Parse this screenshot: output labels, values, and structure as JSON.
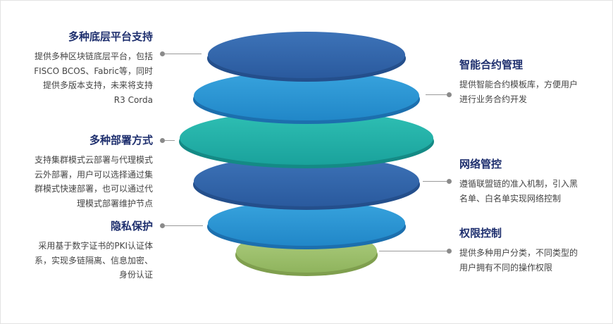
{
  "colors": {
    "dark_blue": "#2f64ab",
    "mid_blue": "#2a93d3",
    "teal": "#1fb3a8",
    "green": "#9ec26c",
    "title": "#1e2f6e",
    "text": "#444444"
  },
  "layers": [
    {
      "name": "layer-1",
      "color": "dark_blue"
    },
    {
      "name": "layer-2",
      "color": "mid_blue"
    },
    {
      "name": "layer-3",
      "color": "teal"
    },
    {
      "name": "layer-4",
      "color": "dark_blue"
    },
    {
      "name": "layer-5",
      "color": "mid_blue"
    },
    {
      "name": "layer-6",
      "color": "green"
    }
  ],
  "features": {
    "multi_platform": {
      "title": "多种底层平台支持",
      "lines": [
        "提供多种区块链底层平台，包括",
        "FISCO BCOS、Fabric等，同时",
        "提供多版本支持，未来将支持",
        "R3 Corda"
      ]
    },
    "deployment": {
      "title": "多种部署方式",
      "lines": [
        "支持集群模式云部署与代理模式",
        "云外部署，用户可以选择通过集",
        "群模式快速部署，也可以通过代",
        "理模式部署维护节点"
      ]
    },
    "privacy": {
      "title": "隐私保护",
      "lines": [
        "采用基于数字证书的PKI认证体",
        "系，实现多链隔离、信息加密、",
        "身份认证"
      ]
    },
    "smart_contract": {
      "title": "智能合约管理",
      "lines": [
        "提供智能合约模板库，方便用户",
        "进行业务合约开发"
      ]
    },
    "network": {
      "title": "网络管控",
      "lines": [
        "遵循联盟链的准入机制，引入黑",
        "名单、白名单实现网络控制"
      ]
    },
    "permission": {
      "title": "权限控制",
      "lines": [
        "提供多种用户分类，不同类型的",
        "用户拥有不同的操作权限"
      ]
    }
  }
}
